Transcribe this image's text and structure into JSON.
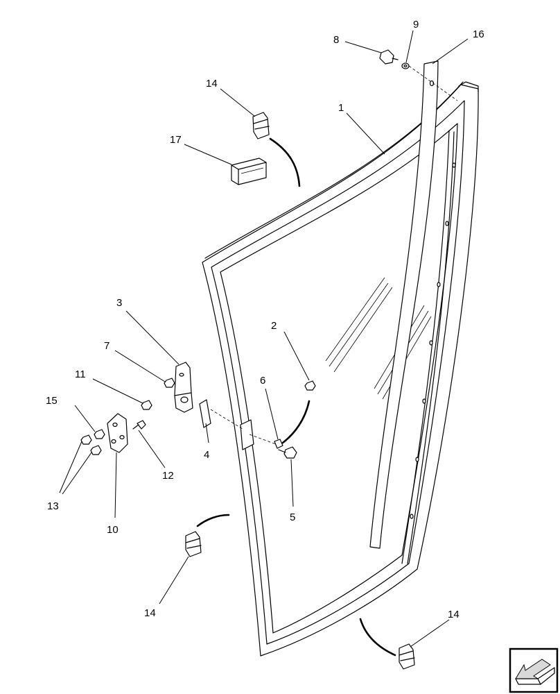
{
  "callouts": {
    "c1": "1",
    "c2": "2",
    "c3": "3",
    "c4": "4",
    "c5": "5",
    "c6": "6",
    "c7": "7",
    "c8": "8",
    "c9": "9",
    "c10": "10",
    "c11": "11",
    "c12": "12",
    "c13": "13",
    "c14a": "14",
    "c14b": "14",
    "c14c": "14",
    "c15": "15",
    "c16": "16",
    "c17": "17"
  },
  "nav_icon": "arrow-icon"
}
